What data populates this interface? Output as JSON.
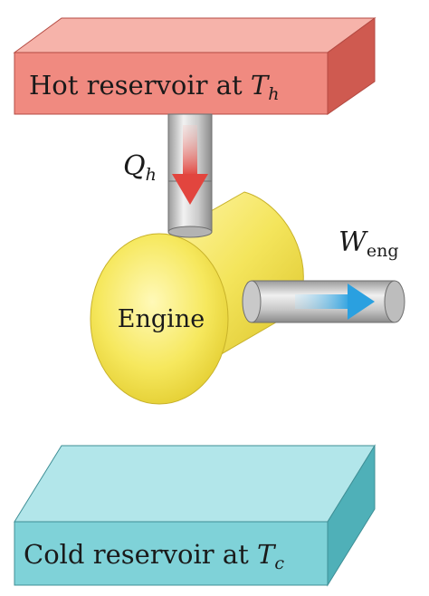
{
  "hot_reservoir": {
    "label": "Hot reservoir at ",
    "temp_symbol": "T",
    "temp_subscript": "h",
    "face_color": "#f08a80",
    "top_color": "#f6b3aa",
    "side_color": "#cf5a50"
  },
  "cold_reservoir": {
    "label": "Cold reservoir at ",
    "temp_symbol": "T",
    "temp_subscript": "c",
    "face_color": "#7fd2d8",
    "top_color": "#b2e6ea",
    "side_color": "#4fb0b8"
  },
  "engine": {
    "label": "Engine",
    "color": "#f2e45a"
  },
  "heat_input": {
    "symbol": "Q",
    "subscript": "h",
    "arrow_color": "#e2453e"
  },
  "work_output": {
    "symbol": "W",
    "subscript": "eng",
    "arrow_color": "#2aa0e0"
  }
}
